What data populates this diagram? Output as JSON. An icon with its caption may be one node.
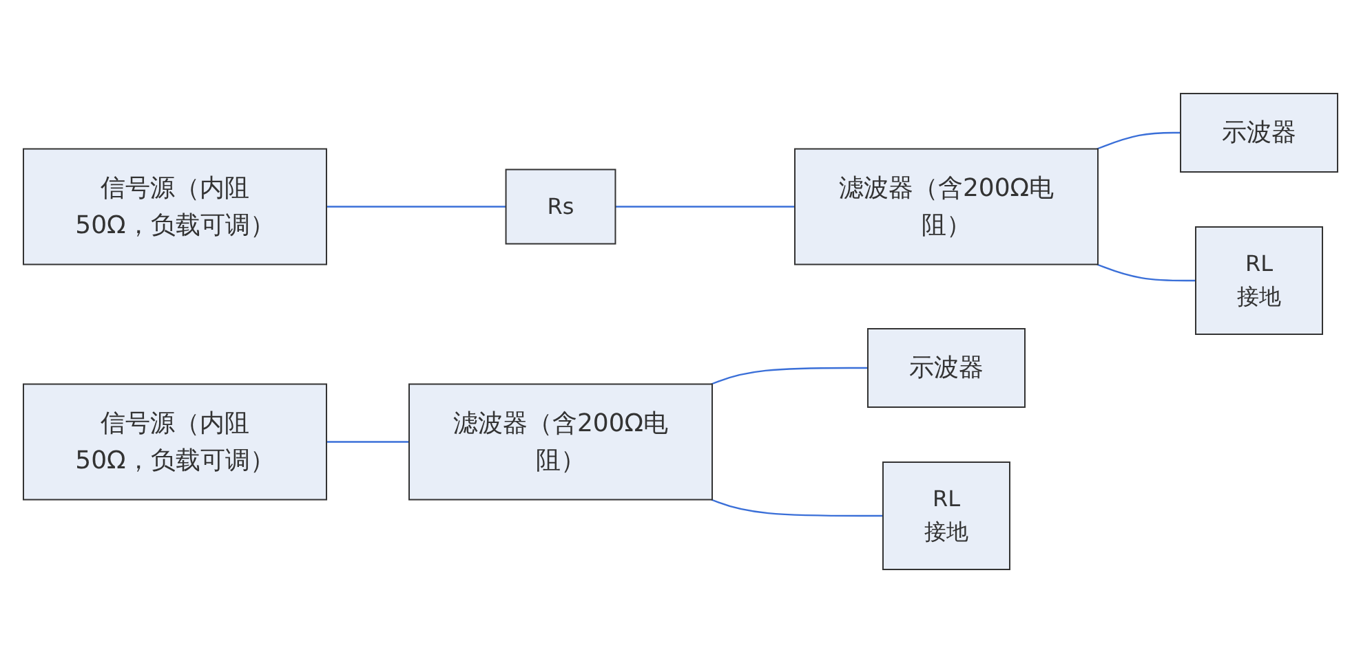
{
  "diagram": {
    "nodes": [
      {
        "text": [
          "信号源（内阻50Ω，负载可调）"
        ]
      },
      {
        "text": [
          "Rs"
        ]
      },
      {
        "text": [
          "滤波器（含200Ω电阻）"
        ]
      },
      {
        "text": [
          "示波器"
        ]
      },
      {
        "text": [
          "RL",
          "接地"
        ]
      },
      {
        "text": [
          "信号源（内阻50Ω，负载可调）"
        ]
      },
      {
        "text": [
          "滤波器（含200Ω电阻）"
        ]
      },
      {
        "text": [
          "示波器"
        ]
      },
      {
        "text": [
          "RL",
          "接地"
        ]
      }
    ],
    "edges": [
      {
        "from": 0,
        "to": 1,
        "arrow": "none"
      },
      {
        "from": 1,
        "to": 2,
        "arrow": "none"
      },
      {
        "from": 2,
        "to": 3,
        "arrow": "none"
      },
      {
        "from": 2,
        "to": 4,
        "arrow": "none"
      },
      {
        "from": 5,
        "to": 6,
        "arrow": "none"
      },
      {
        "from": 6,
        "to": 7,
        "arrow": "none"
      },
      {
        "from": 6,
        "to": 8,
        "arrow": "none"
      }
    ]
  }
}
